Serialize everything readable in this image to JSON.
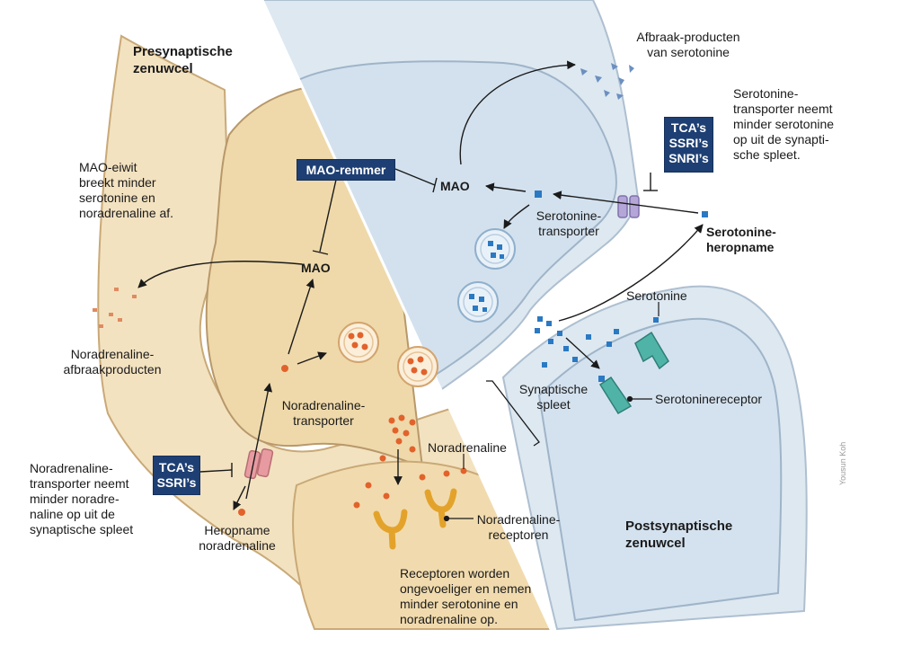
{
  "labels": {
    "pre_cell": "Presynaptische\nzenuwcel",
    "post_cell": "Postsynaptische\nzenuwcel",
    "serotonin_breakdown": "Afbraak-producten\nvan serotonine",
    "sert_note": "Serotonine-\ntransporter neemt\nminder serotonine\nop uit de synapti-\nsche spleet.",
    "mao_note": "MAO-eiwit\nbreekt minder\nserotonine en\nnoradrenaline af.",
    "mao_top": "MAO",
    "mao_left": "MAO",
    "sert": "Serotonine-\ntransporter",
    "serotonin_reuptake": "Serotonine-\nheropname",
    "serotonin": "Serotonine",
    "serotonin_receptor": "Serotoninereceptor",
    "synaptic_cleft": "Synaptische\nspleet",
    "na_breakdown": "Noradrenaline-\nafbraakproducten",
    "net": "Noradrenaline-\ntransporter",
    "noradrenaline": "Noradrenaline",
    "na_receptors": "Noradrenaline-\nreceptoren",
    "net_note": "Noradrenaline-\ntransporter neemt\nminder noradre-\nnaline op uit de\nsynaptische spleet",
    "na_reuptake": "Heropname\nnoradrenaline",
    "receptor_note": "Receptoren worden\nongevoeliger en nemen\nminder serotonine en\nnoradrenaline op.",
    "credit": "Yousun Koh"
  },
  "boxes": {
    "mao_inhibitor": "MAO-remmer",
    "drugs_right": "TCA’s\nSSRI’s\nSNRI’s",
    "drugs_left": "TCA’s\nSSRI’s"
  },
  "colors": {
    "presynaptic_fill": "#f3e2c0",
    "postsynaptic_fill": "#dde8f1",
    "serotonin": "#2a79c3",
    "noradrenaline": "#e2622c",
    "drug_box": "#1e3f73",
    "serotonin_receptor": "#4fb3a8",
    "na_receptor": "#e3a32b",
    "transporter_na": "#e79ba0",
    "transporter_5ht": "#b4a6d6"
  }
}
